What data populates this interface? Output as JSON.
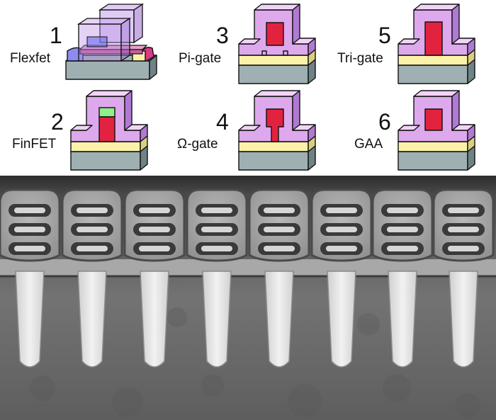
{
  "devices": [
    {
      "number": "1",
      "label": "Flexfet"
    },
    {
      "number": "2",
      "label": "FinFET"
    },
    {
      "number": "3",
      "label": "Pi-gate"
    },
    {
      "number": "4",
      "label": "Ω-gate"
    },
    {
      "number": "5",
      "label": "Tri-gate"
    },
    {
      "number": "6",
      "label": "GAA"
    }
  ],
  "colors": {
    "gate": "#dda8ec",
    "gate_top": "#f2d4fa",
    "gate_side": "#b07ad4",
    "oxide": "#fbf2a9",
    "oxide_side": "#d9cf7e",
    "substrate": "#9fb0b3",
    "substrate_side": "#6f8286",
    "channel": "#e2233f",
    "hardmask": "#8ff08c",
    "tem_background": "#6a6a6a"
  }
}
